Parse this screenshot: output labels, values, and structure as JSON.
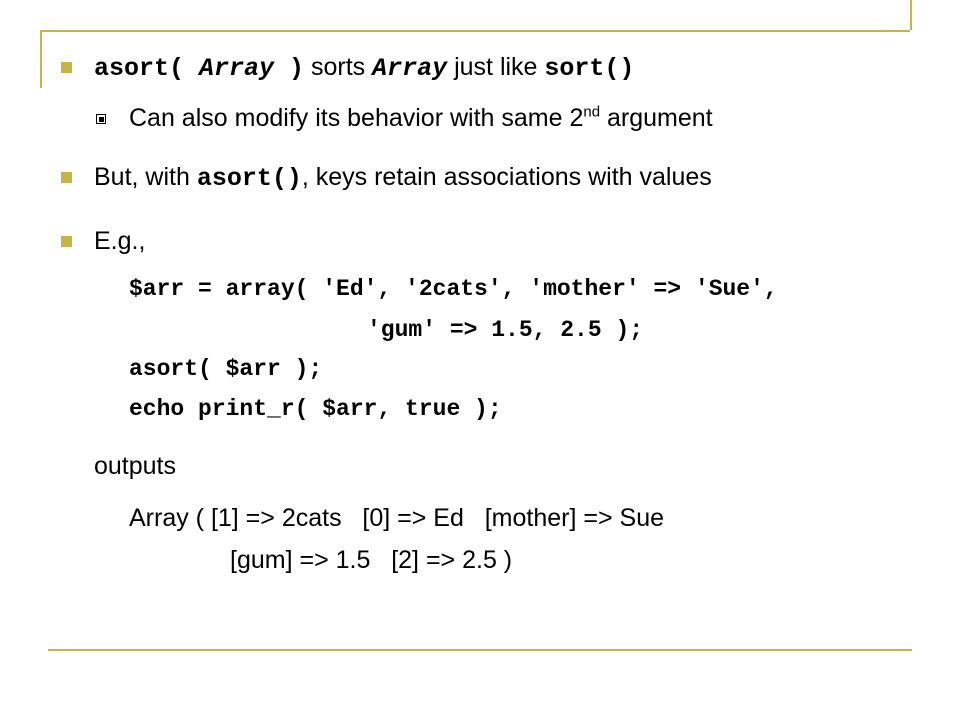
{
  "bullet1": {
    "code1": "asort( ",
    "code2": "Array",
    "code3": " )",
    "text1": " sorts ",
    "code4": "Array",
    "text2": " just like ",
    "code5": "sort()"
  },
  "sub_bullet": {
    "text": "Can also modify its behavior with same 2",
    "sup": "nd",
    "text_after": " argument"
  },
  "bullet2": {
    "text1": "But, with ",
    "code": "asort()",
    "text2": ", keys retain associations with values"
  },
  "bullet3": {
    "text": "E.g.,"
  },
  "code_block": {
    "line1": "$arr = array( 'Ed', '2cats', 'mother' => 'Sue',",
    "line2": "'gum' => 1.5, 2.5 );",
    "line3": "asort( $arr );",
    "line4": "echo print_r( $arr, true );"
  },
  "outputs_label": "outputs",
  "output": {
    "line1": "Array ( [1] => 2cats   [0] => Ed   [mother] => Sue",
    "line2": "[gum] => 1.5   [2] => 2.5 )"
  },
  "colors": {
    "accent": "#c8b24a",
    "text": "#000000",
    "background": "#ffffff"
  }
}
